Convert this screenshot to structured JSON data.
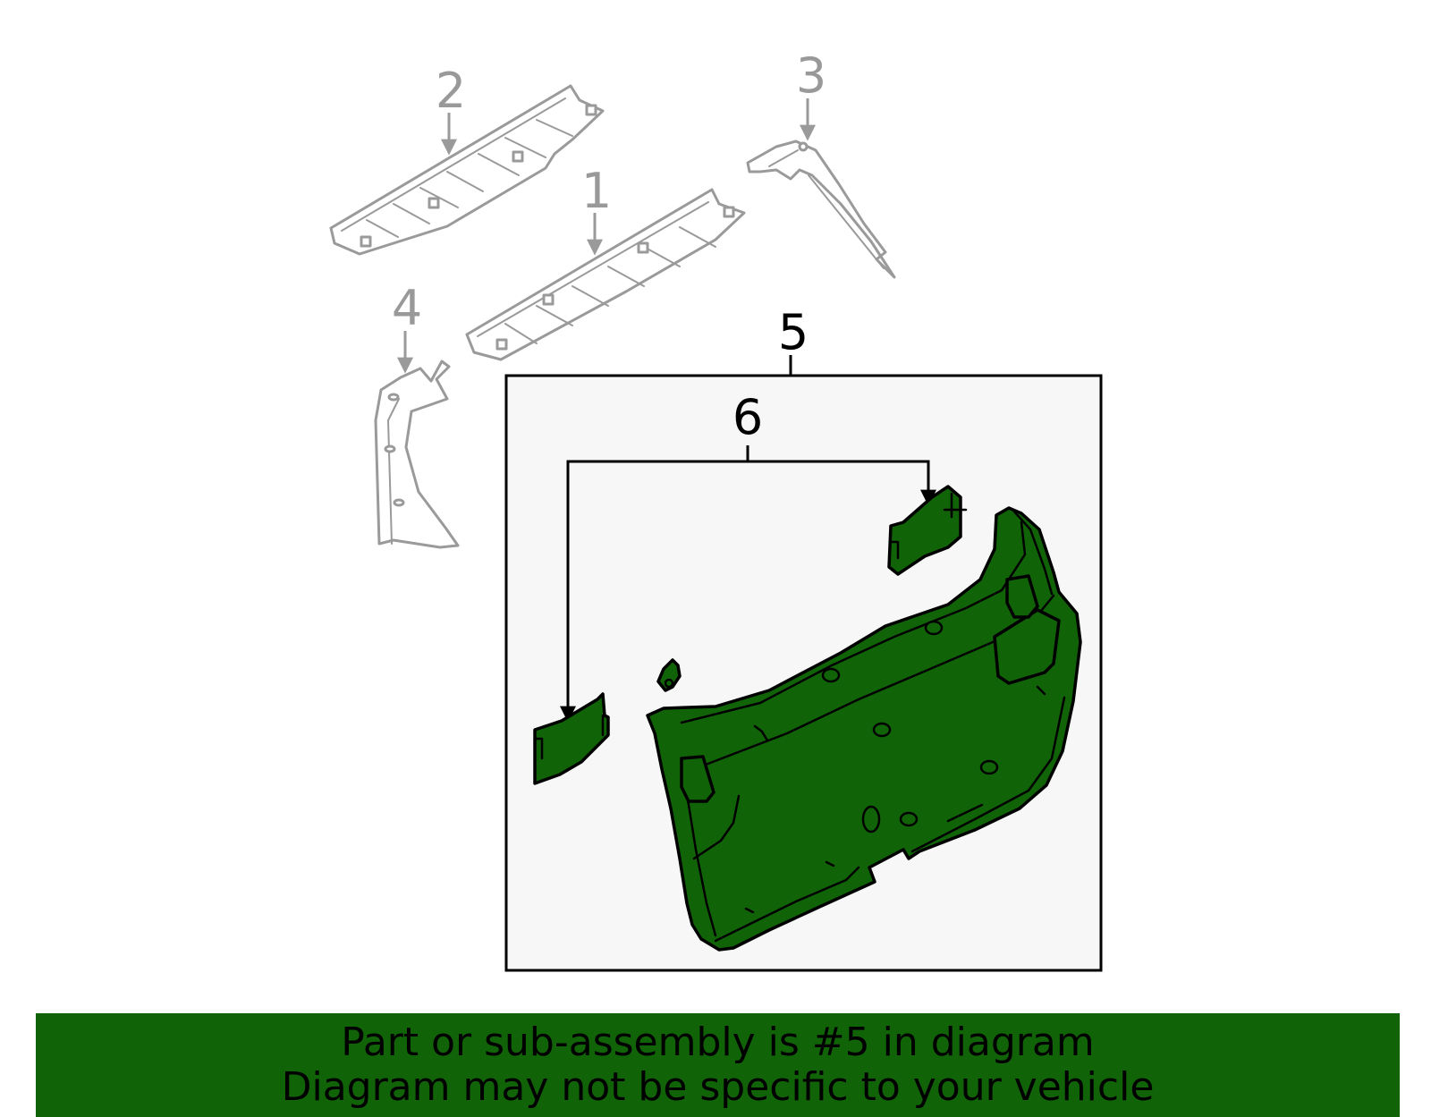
{
  "diagram": {
    "callouts": [
      {
        "id": "1",
        "label": "1"
      },
      {
        "id": "2",
        "label": "2"
      },
      {
        "id": "3",
        "label": "3"
      },
      {
        "id": "4",
        "label": "4"
      },
      {
        "id": "5",
        "label": "5"
      },
      {
        "id": "6",
        "label": "6"
      }
    ],
    "highlighted_part": "5"
  },
  "banner": {
    "line1": "Part or sub-assembly is #5 in diagram",
    "line2": "Diagram may not be specific to your vehicle"
  },
  "colors": {
    "highlight_green": "#116308",
    "banner_green": "#116308",
    "inactive_gray": "#999999",
    "box_fill": "#f7f7f7",
    "banner_text": "#000000"
  }
}
